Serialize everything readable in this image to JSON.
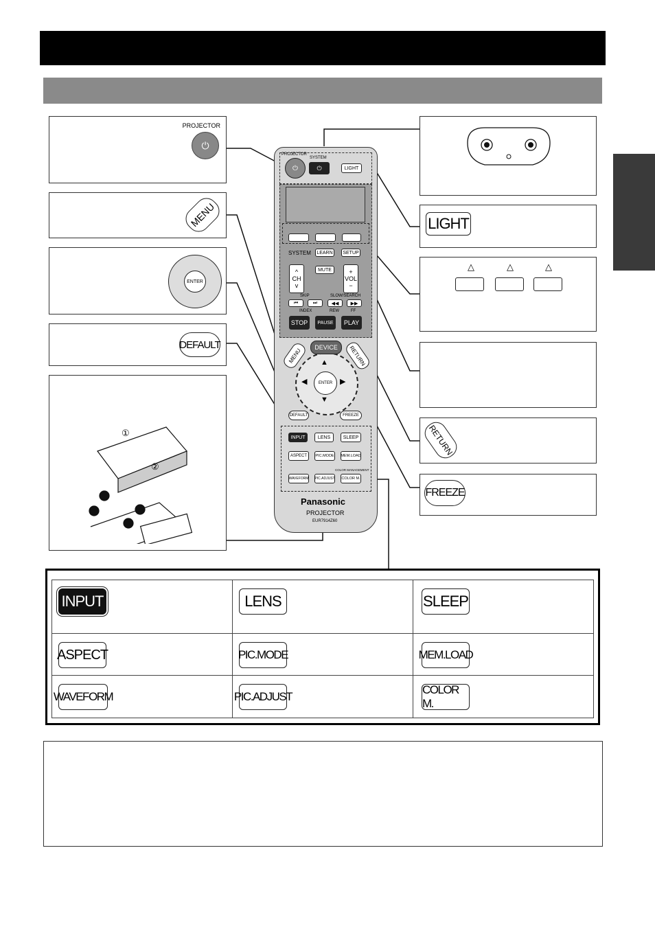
{
  "remote": {
    "top_labels": {
      "projector": "PROJECTOR",
      "system": "SYSTEM",
      "light": "LIGHT"
    },
    "mid_labels": {
      "system": "SYSTEM",
      "learn": "LEARN",
      "setup": "SETUP",
      "mute": "MUTE",
      "ch": "CH",
      "vol": "VOL",
      "skip": "SKIP",
      "slowsearch": "SLOW/SEARCH",
      "index": "INDEX",
      "rew": "REW",
      "ff": "FF",
      "stop": "STOP",
      "pause": "PAUSE",
      "play": "PLAY"
    },
    "nav_labels": {
      "menu": "MENU",
      "device": "DEVICE",
      "return": "RETURN",
      "enter": "ENTER",
      "default": "DEFAULT",
      "freeze": "FREEZE"
    },
    "func_labels": {
      "input": "INPUT",
      "lens": "LENS",
      "sleep": "SLEEP",
      "aspect": "ASPECT",
      "picmode": "PIC.MODE",
      "memload": "MEM.LOAD",
      "waveform": "WAVEFORM",
      "picadjust": "PIC.ADJUST",
      "colormgmt": "COLOR MANAGEMENT",
      "colorm": "COLOR M."
    },
    "brand": "Panasonic",
    "product": "PROJECTOR",
    "model": "EUR7914Z60"
  },
  "callouts": {
    "projector_label": "PROJECTOR",
    "menu": "MENU",
    "enter": "ENTER",
    "default": "DEFAULT",
    "light": "LIGHT",
    "return": "RETURN",
    "freeze": "FREEZE",
    "battery_steps": [
      "①",
      "②"
    ]
  },
  "function_table": [
    [
      "INPUT",
      "LENS",
      "SLEEP"
    ],
    [
      "ASPECT",
      "PIC.MODE",
      "MEM.LOAD"
    ],
    [
      "WAVEFORM",
      "PIC.ADJUST",
      "COLOR M."
    ]
  ]
}
